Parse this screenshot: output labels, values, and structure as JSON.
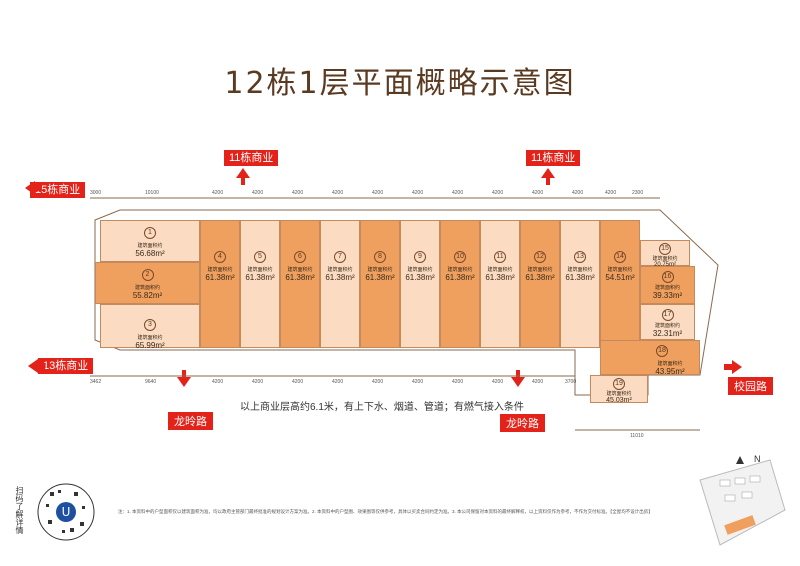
{
  "title": "12栋1层平面概略示意图",
  "tags": {
    "b11_left": "11栋商业",
    "b11_right": "11栋商业",
    "b15": "15栋商业",
    "b13": "13栋商业",
    "longling_left": "龙昤路",
    "longling_right": "龙昤路",
    "xiaoyuan": "校园路"
  },
  "area_label": "建筑面积约",
  "units": [
    {
      "num": "1",
      "area": "56.68m²"
    },
    {
      "num": "2",
      "area": "55.82m²"
    },
    {
      "num": "3",
      "area": "65.99m²"
    },
    {
      "num": "4",
      "area": "61.38m²"
    },
    {
      "num": "5",
      "area": "61.38m²"
    },
    {
      "num": "6",
      "area": "61.38m²"
    },
    {
      "num": "7",
      "area": "61.38m²"
    },
    {
      "num": "8",
      "area": "61.38m²"
    },
    {
      "num": "9",
      "area": "61.38m²"
    },
    {
      "num": "10",
      "area": "61.38m²"
    },
    {
      "num": "11",
      "area": "61.38m²"
    },
    {
      "num": "12",
      "area": "61.38m²"
    },
    {
      "num": "13",
      "area": "61.38m²"
    },
    {
      "num": "14",
      "area": "54.51m²"
    },
    {
      "num": "15",
      "area": "20.75m²"
    },
    {
      "num": "16",
      "area": "39.33m²"
    },
    {
      "num": "17",
      "area": "32.31m²"
    },
    {
      "num": "18",
      "area": "43.95m²"
    },
    {
      "num": "19",
      "area": "45.03m²"
    }
  ],
  "dims_top": [
    "3000",
    "10100",
    "4200",
    "4200",
    "4200",
    "4200",
    "4200",
    "4200",
    "4200",
    "4200",
    "4200",
    "4200",
    "4200",
    "2300"
  ],
  "dims_bottom": [
    "3462",
    "9640",
    "4200",
    "4200",
    "4200",
    "4200",
    "4200",
    "4200",
    "4200",
    "4200",
    "4200",
    "3700"
  ],
  "dims_bottom_right": "11010",
  "note": "以上商业层高约6.1米，有上下水、烟道、管道；有燃气接入条件",
  "qr_text": "扫码了解详情",
  "compass": "N",
  "fine_print": "注：1. 本资料中的户型面积仅以建筑面积为准，均以政府主管部门最终批准的规划设计方案为准。2. 本资料中的户型图、效果图等仅供参考，具体以买卖合同约定为准。3. 本公司保留对本资料的最终解释权，以上资料仅作为参考，不作为交付标准。【全屋均不设计出房】"
}
